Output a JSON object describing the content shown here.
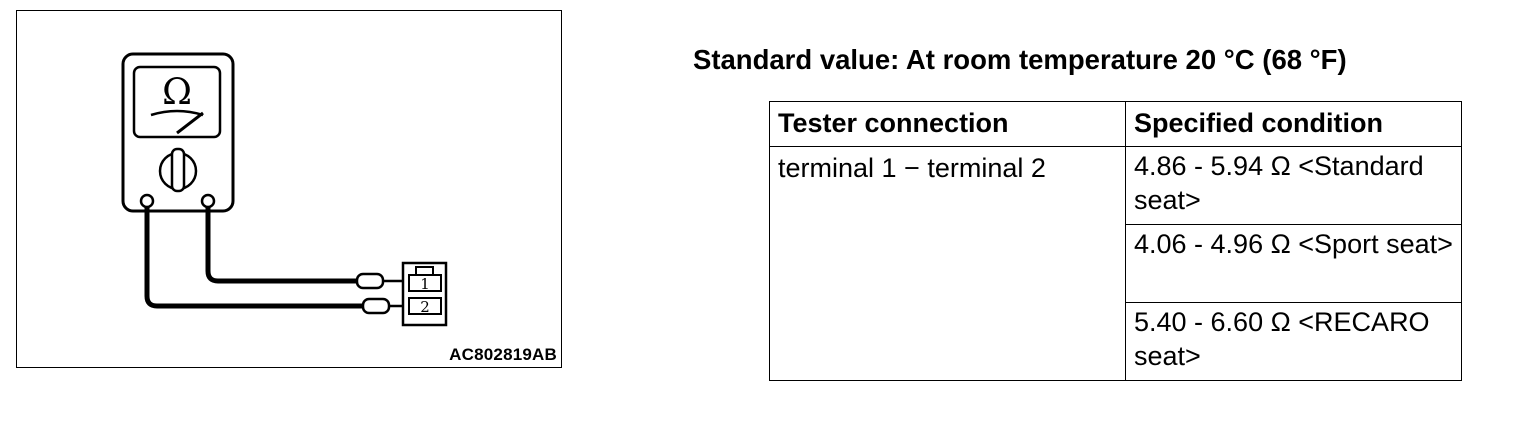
{
  "figure": {
    "meter_symbol": "Ω",
    "connector_pins": [
      "1",
      "2"
    ],
    "figure_code": "AC802819AB"
  },
  "spec": {
    "heading": "Standard value: At room temperature 20 °C (68 °F)",
    "columns": [
      "Tester connection",
      "Specified condition"
    ],
    "connection": "terminal 1 − terminal 2",
    "conditions": [
      "4.86 - 5.94 Ω <Standard seat>",
      "4.06 - 4.96 Ω <Sport seat>",
      "5.40 - 6.60 Ω <RECARO seat>"
    ]
  }
}
